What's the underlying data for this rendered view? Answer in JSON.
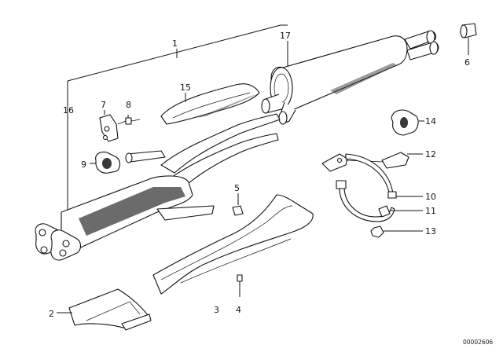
{
  "callouts": {
    "c1": "1",
    "c2": "2",
    "c3": "3",
    "c4": "4",
    "c5": "5",
    "c6": "6",
    "c7": "7",
    "c8": "8",
    "c9": "9",
    "c10": "10",
    "c11": "11",
    "c12": "12",
    "c13": "13",
    "c14": "14",
    "c15": "15",
    "c16": "16",
    "c17": "17"
  },
  "document_id": "00002606"
}
